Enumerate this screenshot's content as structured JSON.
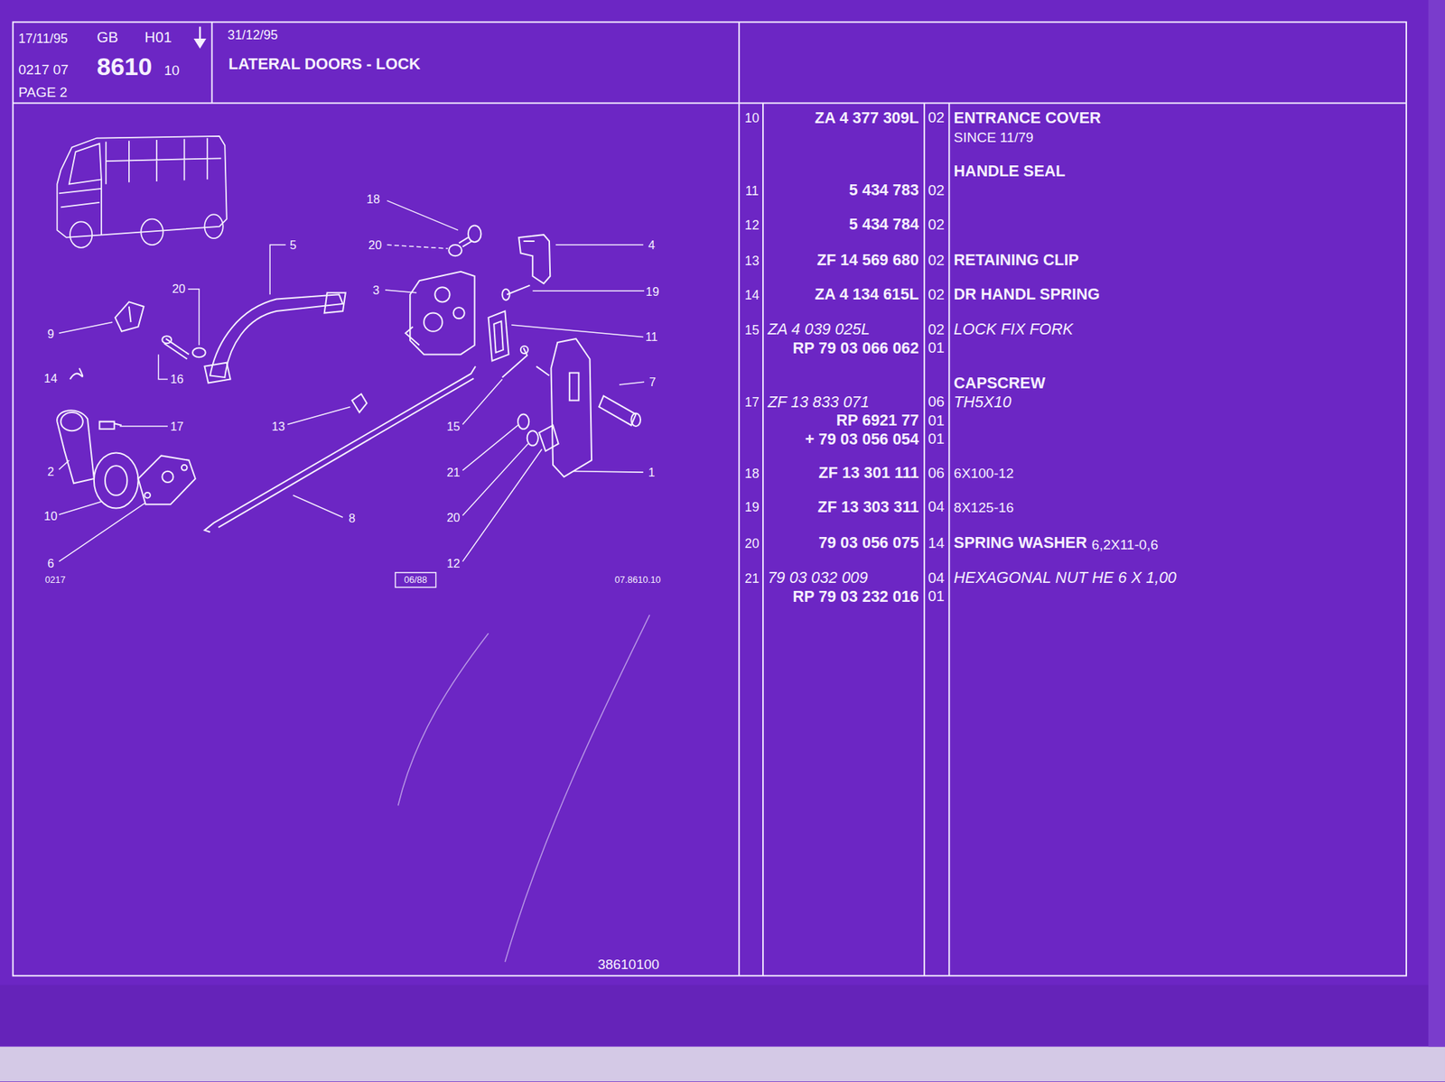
{
  "diagram": {
    "title": "LATERAL DOORS - LOCK",
    "nodes": [
      {
        "text": [
          "17/11/95",
          "GB",
          "H01",
          "0217 07",
          "8610",
          "10",
          "PAGE 2"
        ]
      },
      {
        "text": [
          "31/12/95"
        ]
      }
    ],
    "labels": [
      "18",
      "20",
      "5",
      "4",
      "3",
      "20",
      "19",
      "9",
      "11",
      "14",
      "16",
      "7",
      "17",
      "13",
      "15",
      "2",
      "21",
      "1",
      "10",
      "8",
      "20",
      "6",
      "12",
      "0217",
      "06/88",
      "07.8610.10",
      "38610100",
      "10",
      "ZA 4 377 309L",
      "02",
      "ENTRANCE COVER",
      "SINCE 11/79",
      "HANDLE SEAL",
      "11",
      "5 434 783",
      "02",
      "12",
      "5 434 784",
      "02",
      "13",
      "ZF 14 569 680",
      "02",
      "RETAINING CLIP",
      "14",
      "ZA 4 134 615L",
      "02",
      "DR HANDL SPRING",
      "15",
      "ZA 4 039 025L",
      "02",
      "LOCK FIX FORK",
      "RP 79 03 066 062",
      "01",
      "CAPSCREW",
      "17",
      "ZF 13 833 071",
      "06",
      "TH5X10",
      "RP 6921 77",
      "01",
      "+ 79 03 056 054",
      "01",
      "18",
      "ZF 13 301 111",
      "06",
      "6X100-12",
      "19",
      "ZF 13 303 311",
      "04",
      "8X125-16",
      "20",
      "79 03 056 075",
      "14",
      "SPRING WASHER",
      "6,2X11-0,6",
      "21",
      "79 03 032 009",
      "04",
      "HEXAGONAL NUT HE 6 X 1,00",
      "RP 79 03 232 016",
      "01"
    ]
  }
}
